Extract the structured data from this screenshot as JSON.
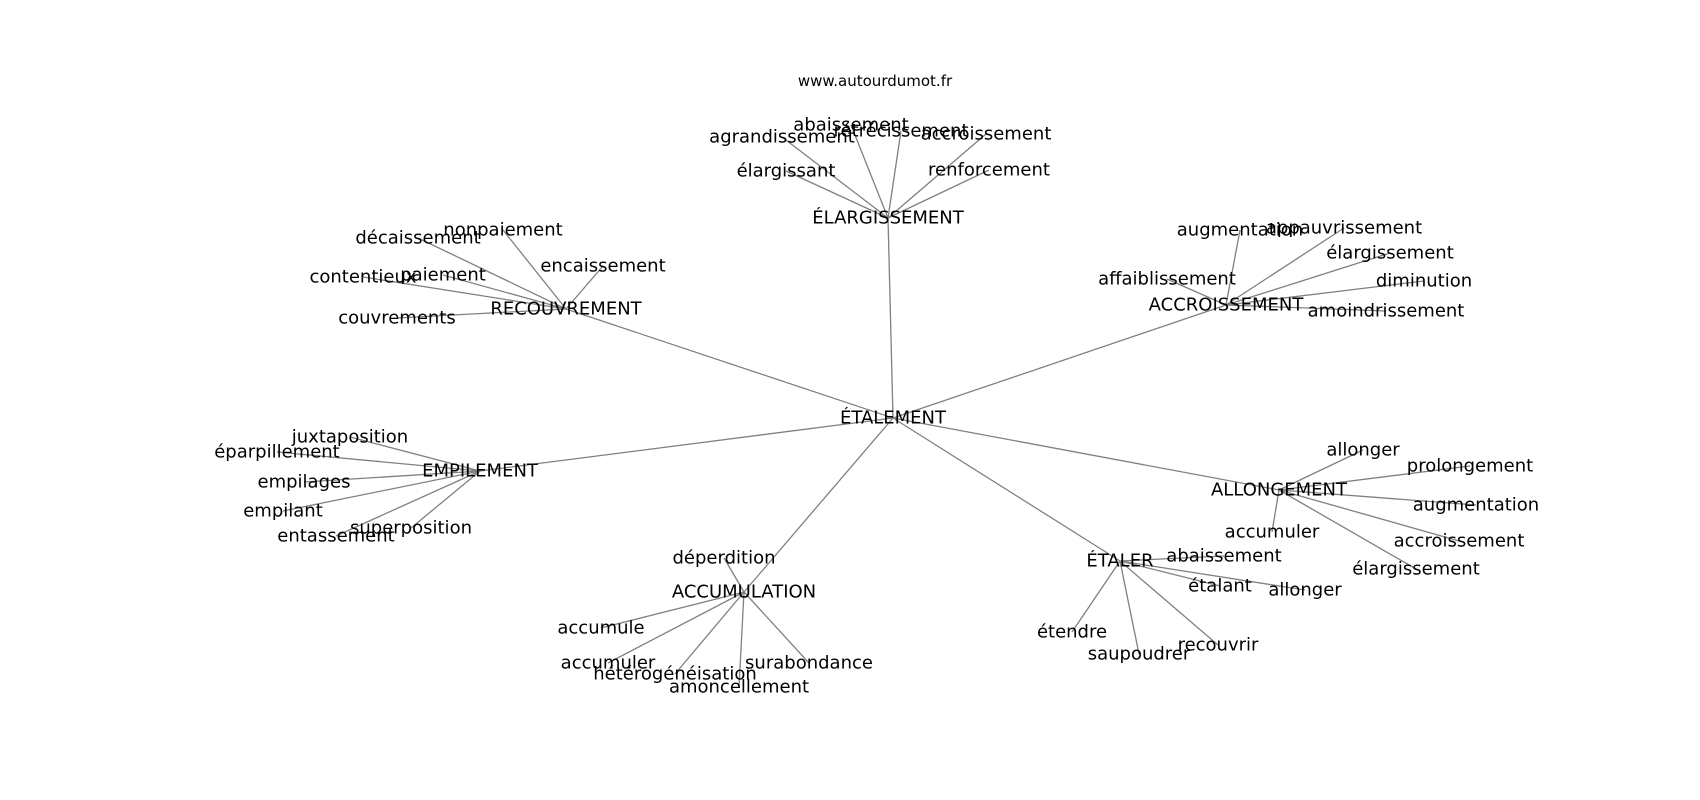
{
  "source": "www.autourdumot.fr",
  "center": "ÉTALEMENT",
  "colors": {
    "edge": "#808080",
    "text": "#000000",
    "background": "#ffffff"
  },
  "groups": [
    {
      "label": "ÉLARGISSEMENT",
      "words": [
        "agrandissement",
        "abaissement",
        "rétrécissement",
        "accroissement",
        "élargissant",
        "renforcement"
      ]
    },
    {
      "label": "RECOUVREMENT",
      "words": [
        "décaissement",
        "nonpaiement",
        "encaissement",
        "contentieux",
        "paiement",
        "couvrements"
      ]
    },
    {
      "label": "ACCROISSEMENT",
      "words": [
        "augmentation",
        "appauvrissement",
        "élargissement",
        "affaiblissement",
        "diminution",
        "amoindrissement"
      ]
    },
    {
      "label": "EMPILEMENT",
      "words": [
        "juxtaposition",
        "éparpillement",
        "empilages",
        "empilant",
        "entassement",
        "superposition"
      ]
    },
    {
      "label": "ALLONGEMENT",
      "words": [
        "allonger",
        "prolongement",
        "augmentation",
        "accroissement",
        "élargissement",
        "accumuler"
      ]
    },
    {
      "label": "ÉTALER",
      "words": [
        "abaissement",
        "étalant",
        "allonger",
        "étendre",
        "saupoudrer",
        "recouvrir"
      ]
    },
    {
      "label": "ACCUMULATION",
      "words": [
        "déperdition",
        "accumule",
        "accumuler",
        "hétérogénéisation",
        "amoncellement",
        "surabondance"
      ]
    }
  ]
}
